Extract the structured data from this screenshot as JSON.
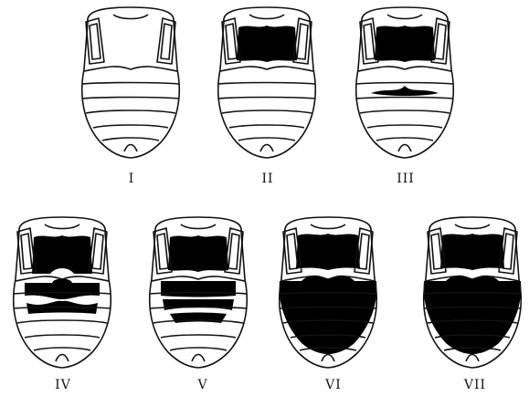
{
  "figure": {
    "stroke_color": "#111111",
    "fill_color": "#000000",
    "background": "#ffffff",
    "stages": [
      {
        "id": "I",
        "label": "I",
        "pattern": "none"
      },
      {
        "id": "II",
        "label": "II",
        "pattern": "scutum-band"
      },
      {
        "id": "III",
        "label": "III",
        "pattern": "scutum-band-and-thin-abdominal-streak"
      },
      {
        "id": "IV",
        "label": "IV",
        "pattern": "scutum-and-two-abdominal-bands"
      },
      {
        "id": "V",
        "label": "V",
        "pattern": "scutum-and-three-abdominal-bands"
      },
      {
        "id": "VI",
        "label": "VI",
        "pattern": "scutum-and-solid-abdomen"
      },
      {
        "id": "VII",
        "label": "VII",
        "pattern": "scutum-and-solid-abdomen"
      }
    ]
  }
}
